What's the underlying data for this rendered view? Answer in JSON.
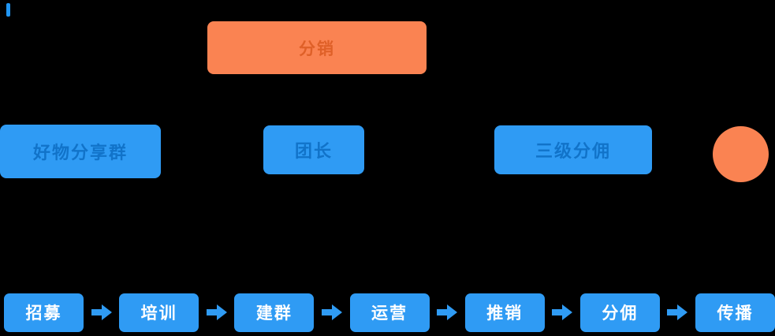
{
  "page": {
    "background_color": "#000000"
  },
  "colors": {
    "blue": "#2f9bf4",
    "orange": "#fa8352",
    "blue_box_text": "#1173c9",
    "orange_box_text": "#df6028",
    "step_text": "#ffffff",
    "title_marker": "#2196f3"
  },
  "diagram": {
    "top_box": {
      "label": "分销"
    },
    "mid_boxes": [
      {
        "label": "好物分享群"
      },
      {
        "label": "团长"
      },
      {
        "label": "三级分佣"
      }
    ],
    "circle": {
      "label": ""
    },
    "flow": {
      "steps": [
        "招募",
        "培训",
        "建群",
        "运营",
        "推销",
        "分佣",
        "传播"
      ]
    }
  }
}
